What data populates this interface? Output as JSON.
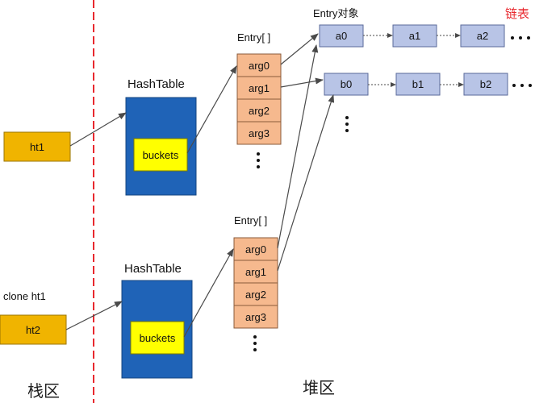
{
  "regions": {
    "stack_label": "栈区",
    "heap_label": "堆区"
  },
  "stack": {
    "ht1_label": "ht1",
    "ht2_label": "ht2",
    "clone_caption": "clone ht1"
  },
  "hashtables": [
    {
      "title": "HashTable",
      "buckets_label": "buckets"
    },
    {
      "title": "HashTable",
      "buckets_label": "buckets"
    }
  ],
  "entry_arrays": [
    {
      "title": "Entry[ ]",
      "cells": [
        "arg0",
        "arg1",
        "arg2",
        "arg3"
      ]
    },
    {
      "title": "Entry[ ]",
      "cells": [
        "arg0",
        "arg1",
        "arg2",
        "arg3"
      ]
    }
  ],
  "entry_object_label": "Entry对象",
  "linked_list_label": "链表",
  "chains": [
    [
      "a0",
      "a1",
      "a2"
    ],
    [
      "b0",
      "b1",
      "b2"
    ]
  ],
  "colors": {
    "stack_box": "#f0b400",
    "hashtable": "#1f63b7",
    "buckets": "#ffff00",
    "entry_cell": "#f6b98e",
    "node": "#b8c4e6",
    "divider": "#e8282e",
    "linked_list_label": "#e8282e"
  }
}
